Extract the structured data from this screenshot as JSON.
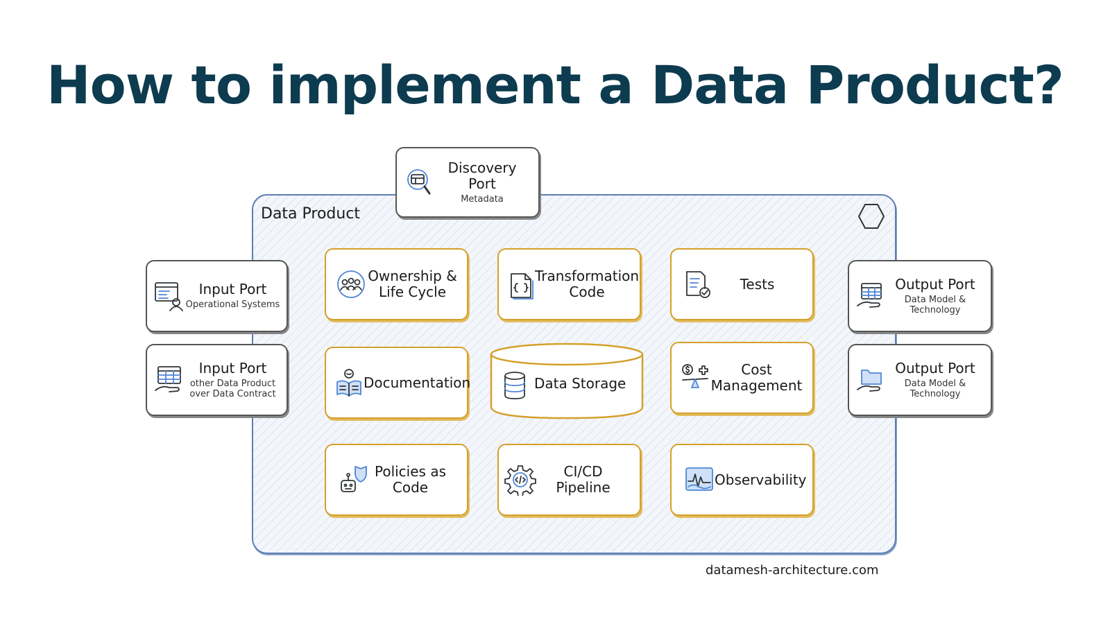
{
  "title": "How to implement a Data Product?",
  "container_label": "Data Product",
  "discovery_port": {
    "label": "Discovery Port",
    "sub": "Metadata"
  },
  "input_ports": [
    {
      "label": "Input Port",
      "sub": "Operational Systems"
    },
    {
      "label": "Input Port",
      "sub": "other Data Product over Data Contract"
    }
  ],
  "output_ports": [
    {
      "label": "Output Port",
      "sub": "Data Model & Technology"
    },
    {
      "label": "Output Port",
      "sub": "Data Model & Technology"
    }
  ],
  "components": {
    "ownership": "Ownership & Life Cycle",
    "transformation": "Transformation Code",
    "tests": "Tests",
    "documentation": "Documentation",
    "storage": "Data Storage",
    "cost": "Cost Management",
    "policies": "Policies as Code",
    "cicd": "CI/CD Pipeline",
    "observability": "Observability"
  },
  "icons": {
    "discovery": "search-metadata-icon",
    "input_operational": "operational-systems-icon",
    "input_contract": "data-contract-icon",
    "output_1": "table-hand-icon",
    "output_2": "folder-hand-icon",
    "ownership": "team-icon",
    "transformation": "code-file-icon",
    "tests": "checklist-icon",
    "documentation": "reading-person-icon",
    "storage": "database-icon",
    "cost": "cost-scale-icon",
    "policies": "robot-shield-icon",
    "cicd": "gear-code-icon",
    "observability": "monitor-wave-icon",
    "corner": "hexagon-icon"
  },
  "colors": {
    "title": "#0d3b4f",
    "frame": "#5b7fb3",
    "component_border": "#d4a02a",
    "port_border": "#555555",
    "icon_accent": "#4f86d6"
  },
  "footer": "datamesh-architecture.com"
}
